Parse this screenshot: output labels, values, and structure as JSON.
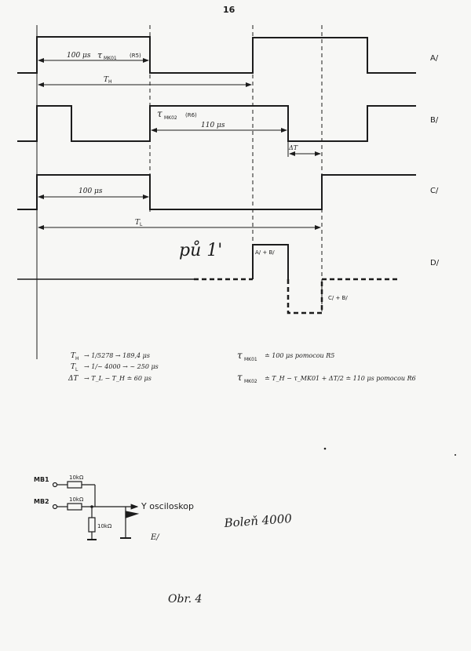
{
  "page_number": "16",
  "waveform_labels": {
    "a": "A/",
    "b": "B/",
    "c": "C/",
    "d": "D/"
  },
  "annotations": {
    "a_pulse_width": "100 μs",
    "tau_mk01": "τ",
    "tau_mk01_sub": "MK01",
    "tau_mk01_ref": "(R5)",
    "t_h": "T",
    "t_h_sub": "H",
    "tau_mk02": "τ",
    "tau_mk02_sub": "MK02",
    "tau_mk02_ref": "(R6)",
    "b_pulse_width": "110 μs",
    "delta_t": "ΔT",
    "c_pulse_width": "100 μs",
    "t_l": "T",
    "t_l_sub": "L",
    "handwritten_note": "pů 1'",
    "d_positive": "A/ + B/",
    "d_negative": "C/ + B/"
  },
  "equations_left": [
    {
      "sym": "T",
      "sub": "H",
      "expr": "→  1/5278  →  189,4 μs"
    },
    {
      "sym": "T",
      "sub": "L",
      "expr": "→  1/~ 4000  →  ~ 250 μs"
    },
    {
      "sym": "ΔT",
      "sub": "",
      "expr": "→  T_L − T_H  ≐  60 μs"
    }
  ],
  "equations_right": [
    {
      "sym": "τ",
      "sub": "MK01",
      "expr": "≐  100 μs   pomocou  R5"
    },
    {
      "sym": "τ",
      "sub": "MK02",
      "expr": "≐  T_H − τ_MK01 + ΔT/2 ≐ 110 μs   pomocou  R6"
    }
  ],
  "circuit": {
    "input_1": "MB1",
    "input_2": "MB2",
    "r1": "10kΩ",
    "r2": "10kΩ",
    "r3": "10kΩ",
    "output": "Y  osciloskop",
    "label": "E/"
  },
  "signature": "Boleň 4000",
  "figure_caption": "Obr.   4",
  "colors": {
    "ink": "#1c1c1c",
    "paper": "#f7f7f5"
  }
}
